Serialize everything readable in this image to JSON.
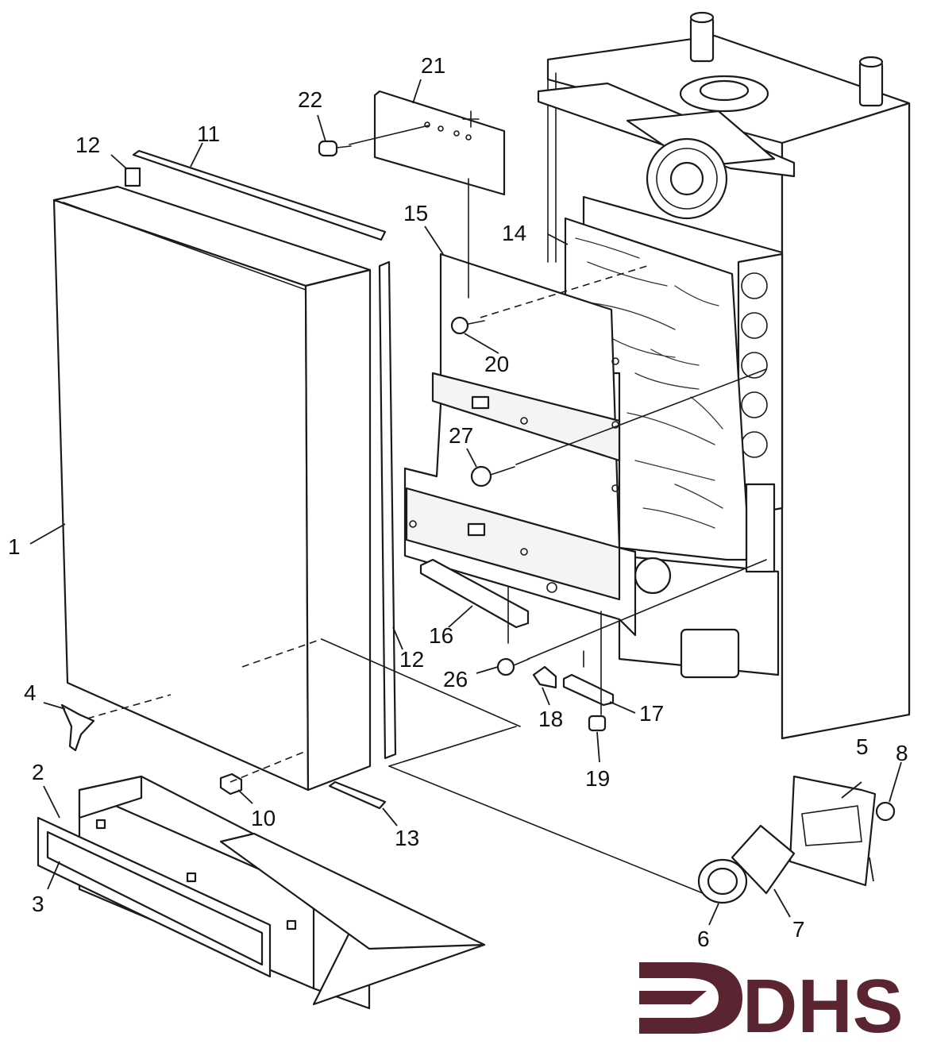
{
  "callouts": [
    {
      "id": "1",
      "label": "1"
    },
    {
      "id": "2",
      "label": "2"
    },
    {
      "id": "3",
      "label": "3"
    },
    {
      "id": "4",
      "label": "4"
    },
    {
      "id": "5",
      "label": "5"
    },
    {
      "id": "6",
      "label": "6"
    },
    {
      "id": "7",
      "label": "7"
    },
    {
      "id": "8",
      "label": "8"
    },
    {
      "id": "10",
      "label": "10"
    },
    {
      "id": "11",
      "label": "11"
    },
    {
      "id": "12a",
      "label": "12"
    },
    {
      "id": "12b",
      "label": "12"
    },
    {
      "id": "13",
      "label": "13"
    },
    {
      "id": "14",
      "label": "14"
    },
    {
      "id": "15",
      "label": "15"
    },
    {
      "id": "16",
      "label": "16"
    },
    {
      "id": "17",
      "label": "17"
    },
    {
      "id": "18",
      "label": "18"
    },
    {
      "id": "19",
      "label": "19"
    },
    {
      "id": "20",
      "label": "20"
    },
    {
      "id": "21",
      "label": "21"
    },
    {
      "id": "22",
      "label": "22"
    },
    {
      "id": "26",
      "label": "26"
    },
    {
      "id": "27",
      "label": "27"
    }
  ],
  "logo": {
    "text": "DHS",
    "color": "#5a2430"
  }
}
